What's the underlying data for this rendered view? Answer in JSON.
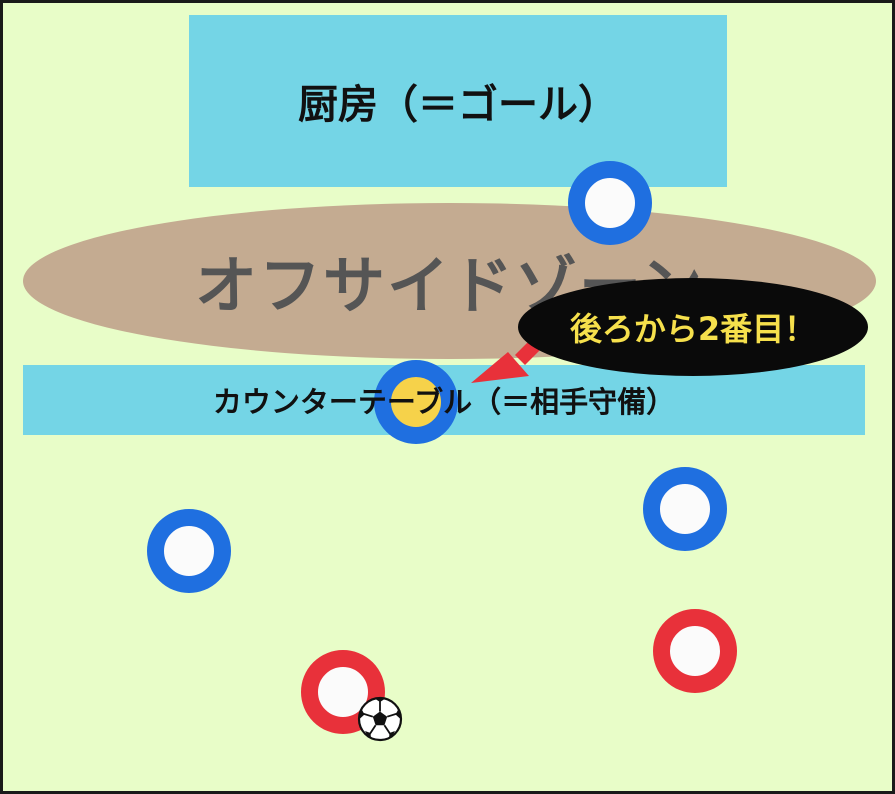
{
  "kitchen": {
    "label": "厨房（＝ゴール）"
  },
  "offside_zone": {
    "label": "オフサイドゾーン"
  },
  "counter": {
    "label": "カウンターテーブル（＝相手守備）"
  },
  "callout": {
    "label": "後ろから2番目！"
  },
  "colors": {
    "field": "#e8fdc8",
    "zone_blue": "#74d5e6",
    "offside_brown": "#c4ab91",
    "defender_blue": "#1f6fe0",
    "attacker_red": "#e8313a",
    "highlight_yellow": "#f6d24a",
    "arrow_red": "#e8313a",
    "callout_text": "#f6e04c"
  },
  "icons": [
    "soccer-ball-icon",
    "arrow-icon"
  ]
}
